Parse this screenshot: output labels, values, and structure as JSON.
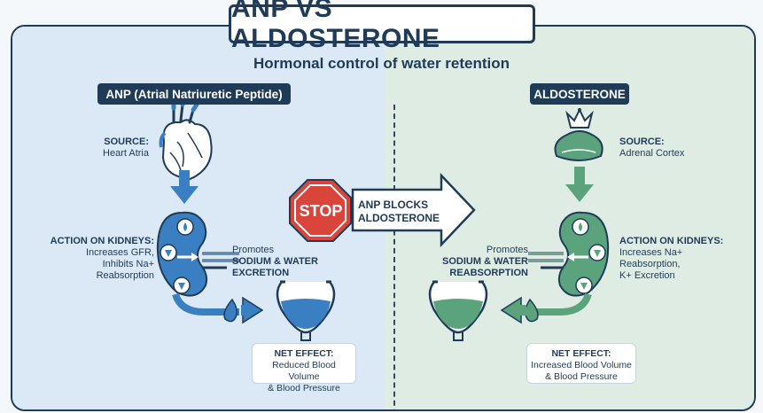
{
  "title": "ANP VS ALDOSTERONE",
  "subtitle": "Hormonal control of water retention",
  "left": {
    "header": "ANP (Atrial Natriuretic Peptide)",
    "source_label": "SOURCE:",
    "source_value": "Heart Atria",
    "action_lines": [
      "ACTION ON KIDNEYS:",
      "Increases GFR,",
      "Inhibits Na+",
      "Reabsorption"
    ],
    "promotes_lines": [
      "Promotes",
      "SODIUM & WATER",
      "EXCRETION"
    ],
    "net_effect_lines": [
      "NET EFFECT:",
      "Reduced Blood Volume",
      "& Blood Pressure"
    ]
  },
  "center": {
    "stop_text": "STOP",
    "blocks_lines": [
      "ANP BLOCKS",
      "ALDOSTERONE"
    ]
  },
  "right": {
    "header": "ALDOSTERONE",
    "source_label": "SOURCE:",
    "source_value": "Adrenal Cortex",
    "action_lines": [
      "ACTION ON KIDNEYS:",
      "Increases Na+",
      "Reabsorption,",
      "K+ Excretion"
    ],
    "promotes_lines": [
      "Promotes",
      "SODIUM & WATER",
      "REABSORPTION"
    ],
    "net_effect_lines": [
      "NET EFFECT:",
      "Increased Blood Volume",
      "& Blood Pressure"
    ]
  },
  "colors": {
    "navy": "#1f3b57",
    "anp_blue": "#3a7fc1",
    "aldo_green": "#5ba37d",
    "stop_red": "#d9453b",
    "left_bg": "#dbe9f6",
    "right_bg": "#dfece4"
  },
  "icons": [
    "heart-icon",
    "adrenal-gland-icon",
    "crown-icon",
    "kidney-icon",
    "bladder-icon",
    "water-drop-icon",
    "stop-sign-icon",
    "arrow-icon"
  ]
}
